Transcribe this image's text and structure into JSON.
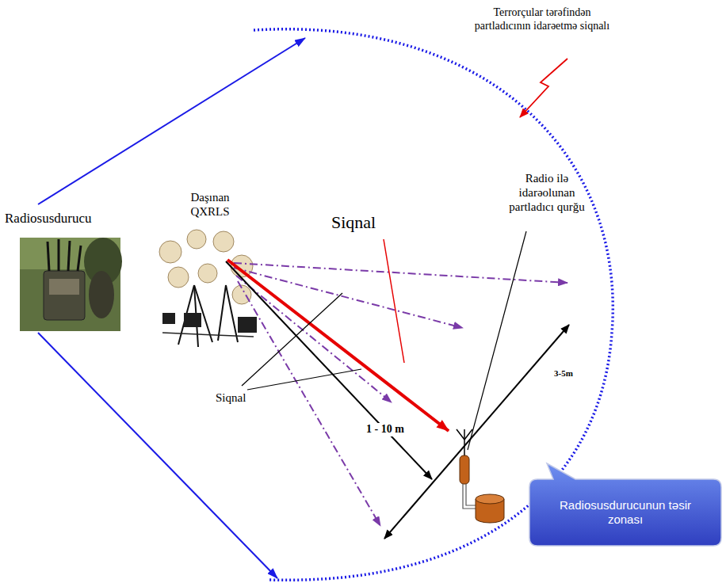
{
  "diagram": {
    "nodes": [
      {
        "text": [
          "Radiosusdurucu"
        ]
      },
      {
        "text": [
          "Daşınan QXRLS"
        ]
      },
      {
        "text": [
          "Radiosusdurucunun təsir zonası"
        ]
      }
    ],
    "labels": [
      "Terrorçular tərəfindən partladıcının idarəetmə siqnalı",
      "Radio ilə idarəolunan partladıcı qurğu",
      "Siqnal",
      "Siqnal",
      "1 - 10 m",
      "3-5m"
    ]
  }
}
